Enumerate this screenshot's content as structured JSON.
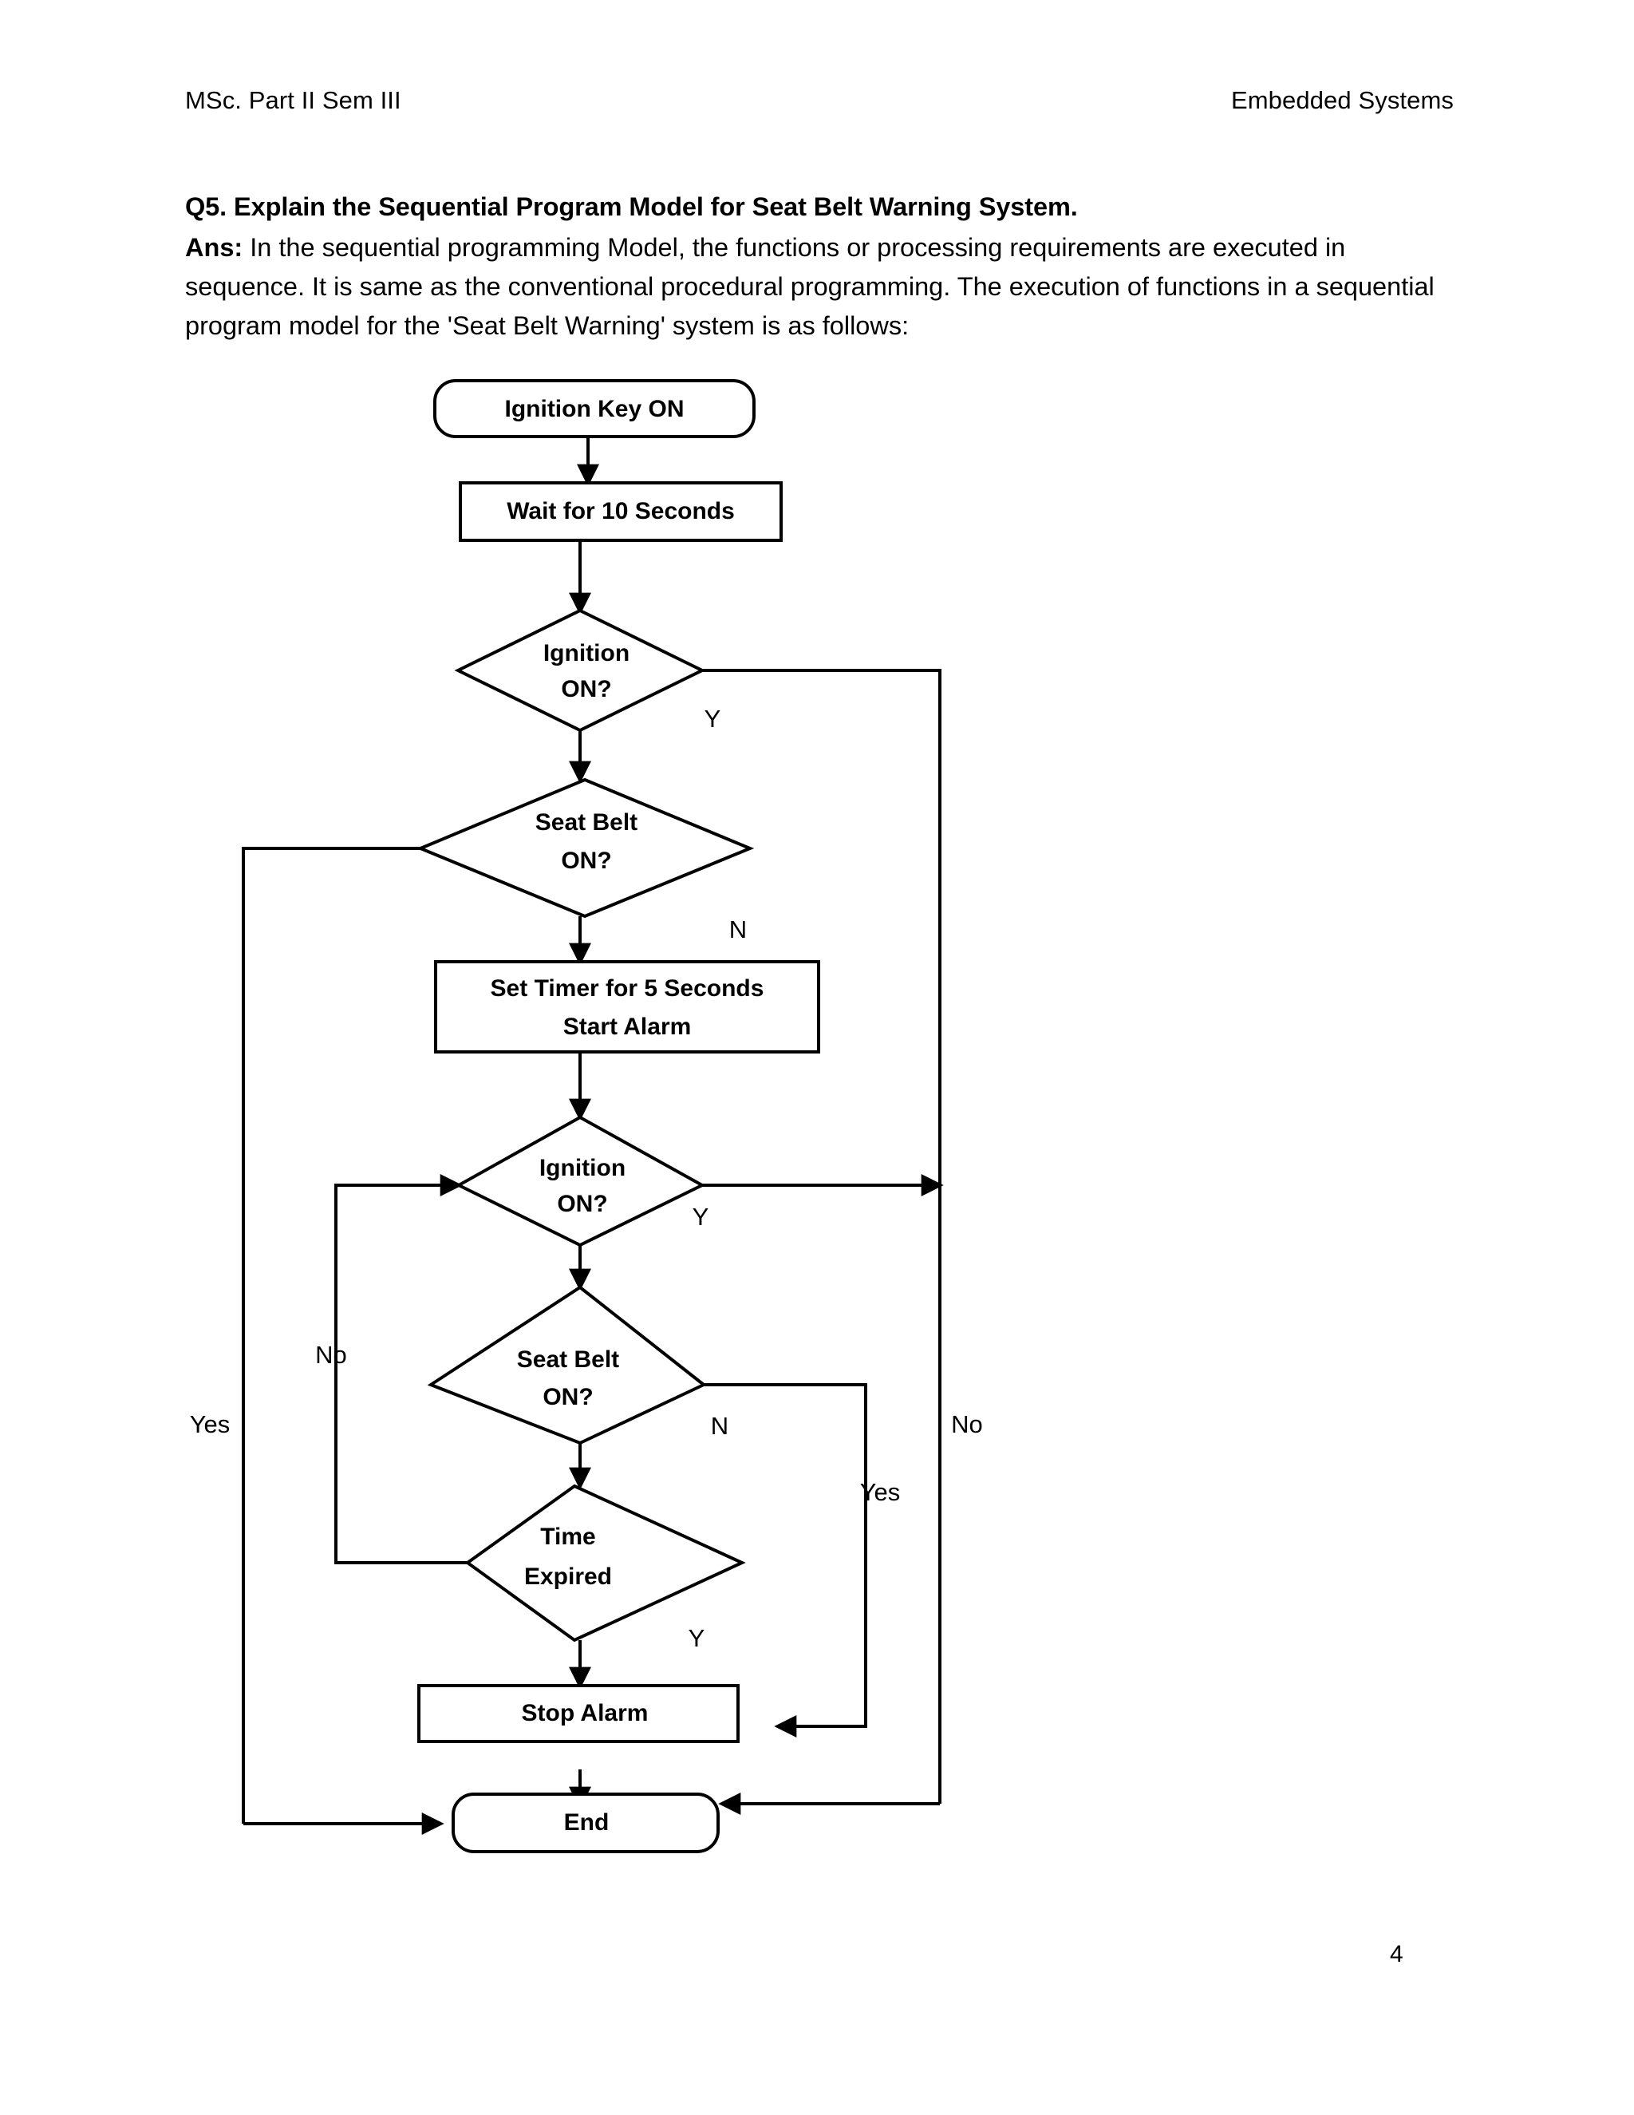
{
  "header": {
    "left": "MSc. Part II Sem III",
    "right": "Embedded Systems"
  },
  "question": {
    "text": "Q5. Explain the Sequential Program Model for Seat Belt Warning System."
  },
  "answer": {
    "label": "Ans:",
    "text": "  In the sequential programming Model, the functions or processing requirements are executed in sequence. It is same as the conventional procedural programming. The execution of functions in a sequential program model for the 'Seat Belt Warning' system is as follows:"
  },
  "flowchart": {
    "type": "flowchart",
    "title": "Sequential Program Model for Seat Belt Warning System",
    "nodes": [
      {
        "id": "ignition_key_on",
        "shape": "terminal",
        "label": "Ignition Key ON"
      },
      {
        "id": "wait_10",
        "shape": "process",
        "label": "Wait for 10 Seconds"
      },
      {
        "id": "ignition_on_1",
        "shape": "decision",
        "label_line1": "Ignition",
        "label_line2": "ON?"
      },
      {
        "id": "seat_belt_on_1",
        "shape": "decision",
        "label_line1": "Seat Belt",
        "label_line2": "ON?"
      },
      {
        "id": "set_timer",
        "shape": "process",
        "label_line1": "Set Timer for 5 Seconds",
        "label_line2": "Start Alarm"
      },
      {
        "id": "ignition_on_2",
        "shape": "decision",
        "label_line1": "Ignition",
        "label_line2": "ON?"
      },
      {
        "id": "seat_belt_on_2",
        "shape": "decision",
        "label_line1": "Seat Belt",
        "label_line2": "ON?"
      },
      {
        "id": "time_expired",
        "shape": "decision",
        "label_line1": "Time",
        "label_line2": "Expired"
      },
      {
        "id": "stop_alarm",
        "shape": "process",
        "label": "Stop Alarm"
      },
      {
        "id": "end",
        "shape": "terminal",
        "label": "End"
      }
    ],
    "edge_labels": {
      "ignition1_yes": "Y",
      "seatbelt1_no": "N",
      "ignition2_yes": "Y",
      "seatbelt2_no": "N",
      "time_expired_yes": "Y",
      "left_outer_yes": "Yes",
      "left_inner_no": "No",
      "right_inner_yes": "Yes",
      "right_outer_no": "No"
    }
  },
  "footer": {
    "page_number": "4"
  },
  "colors": {
    "ink": "#000000",
    "paper": "#ffffff"
  }
}
